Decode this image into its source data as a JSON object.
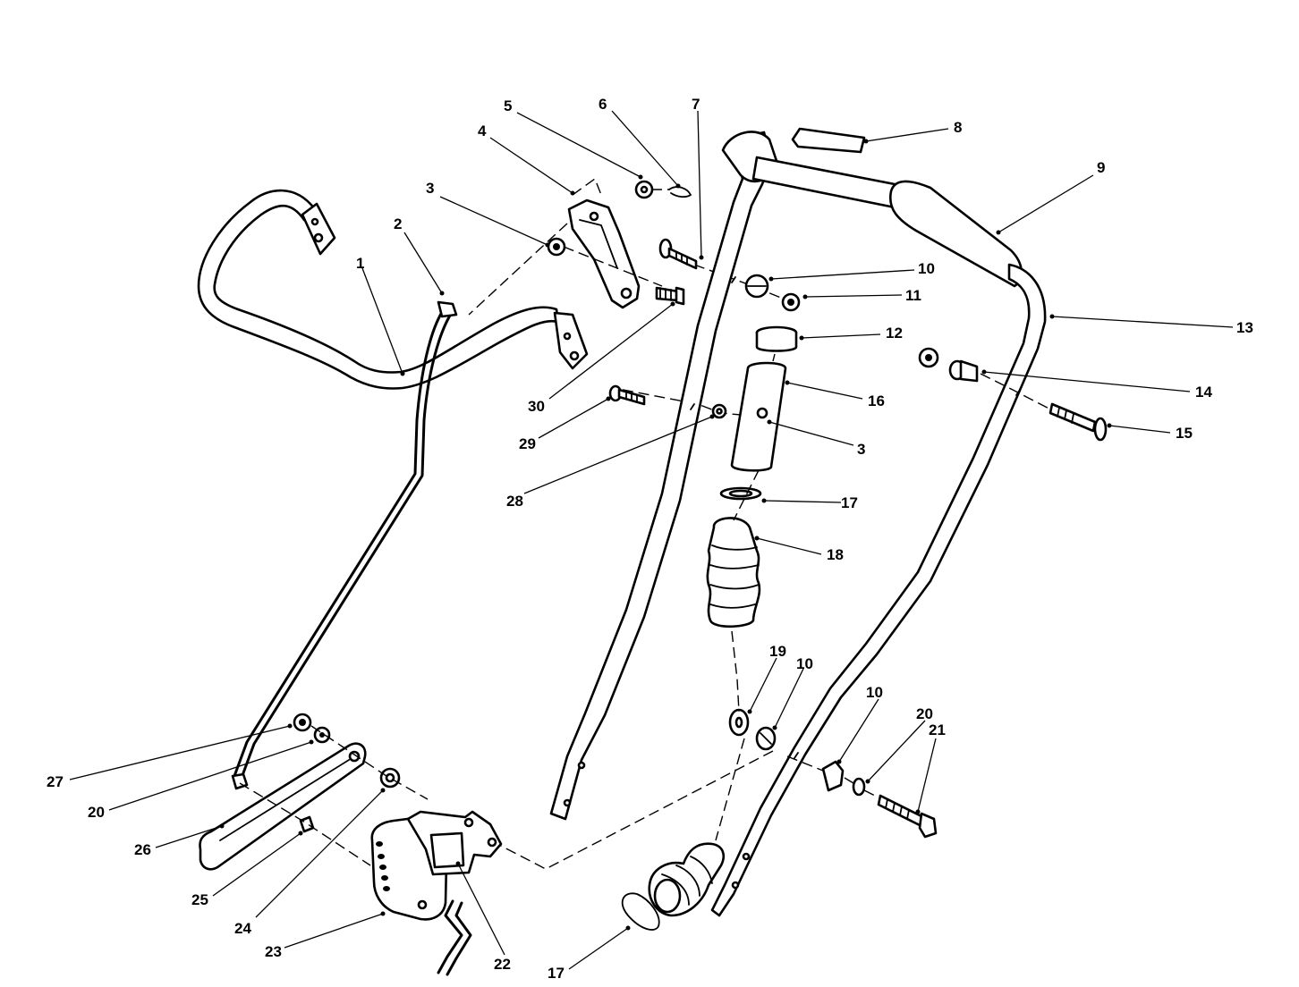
{
  "callouts": [
    {
      "id": "c1",
      "label": "1"
    },
    {
      "id": "c2",
      "label": "2"
    },
    {
      "id": "c3a",
      "label": "3"
    },
    {
      "id": "c4",
      "label": "4"
    },
    {
      "id": "c5",
      "label": "5"
    },
    {
      "id": "c6",
      "label": "6"
    },
    {
      "id": "c7",
      "label": "7"
    },
    {
      "id": "c8",
      "label": "8"
    },
    {
      "id": "c9",
      "label": "9"
    },
    {
      "id": "c10a",
      "label": "10"
    },
    {
      "id": "c11",
      "label": "11"
    },
    {
      "id": "c12",
      "label": "12"
    },
    {
      "id": "c13",
      "label": "13"
    },
    {
      "id": "c14",
      "label": "14"
    },
    {
      "id": "c15",
      "label": "15"
    },
    {
      "id": "c16",
      "label": "16"
    },
    {
      "id": "c3b",
      "label": "3"
    },
    {
      "id": "c17a",
      "label": "17"
    },
    {
      "id": "c18",
      "label": "18"
    },
    {
      "id": "c19",
      "label": "19"
    },
    {
      "id": "c10b",
      "label": "10"
    },
    {
      "id": "c10c",
      "label": "10"
    },
    {
      "id": "c20a",
      "label": "20"
    },
    {
      "id": "c21",
      "label": "21"
    },
    {
      "id": "c27",
      "label": "27"
    },
    {
      "id": "c20b",
      "label": "20"
    },
    {
      "id": "c26",
      "label": "26"
    },
    {
      "id": "c25",
      "label": "25"
    },
    {
      "id": "c24",
      "label": "24"
    },
    {
      "id": "c23",
      "label": "23"
    },
    {
      "id": "c22",
      "label": "22"
    },
    {
      "id": "c17b",
      "label": "17"
    },
    {
      "id": "c28",
      "label": "28"
    },
    {
      "id": "c29",
      "label": "29"
    },
    {
      "id": "c30",
      "label": "30"
    }
  ]
}
